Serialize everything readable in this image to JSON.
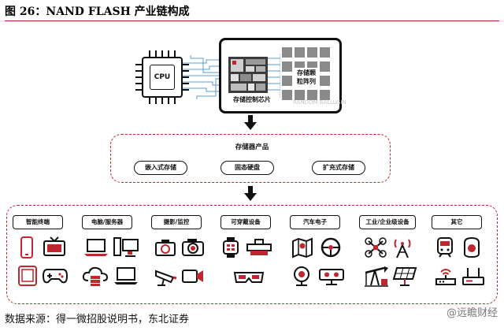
{
  "figure": {
    "title": "图 26：NAND FLASH 产业链构成",
    "source": "数据来源：得一微招股说明书，东北证券",
    "watermark": "@远瞻财经"
  },
  "diagram": {
    "cpu_label": "CPU",
    "controller_label": "存储控制芯片",
    "array_label_line1": "存储颗",
    "array_label_line2": "粒阵列",
    "faint_text": "RANDOM BALLUSIN",
    "products_title": "存储器产品",
    "products": [
      "嵌入式存储",
      "固态硬盘",
      "扩充式存储"
    ],
    "applications": [
      {
        "label": "智能终端",
        "icons": [
          "smartphone-icon",
          "tv-icon",
          "tablet-icon",
          "gamepad-icon"
        ]
      },
      {
        "label": "电脑/服务器",
        "icons": [
          "laptop-icon",
          "desktop-icon",
          "cloud-server-icon",
          "notebook-icon"
        ]
      },
      {
        "label": "摄影/监控",
        "icons": [
          "camera-icon",
          "camera-icon",
          "cctv-icon",
          "video-camera-icon"
        ]
      },
      {
        "label": "可穿戴设备",
        "icons": [
          "smartwatch-icon",
          "wearable-device-icon",
          "vr-glasses-icon"
        ]
      },
      {
        "label": "汽车电子",
        "icons": [
          "car-map-icon",
          "steering-wheel-icon",
          "dashcam-icon",
          "car-camera-icon"
        ]
      },
      {
        "label": "工业/企业级设备",
        "icons": [
          "drone-icon",
          "signal-tower-icon",
          "oil-pump-icon",
          "solar-panel-icon"
        ]
      },
      {
        "label": "其它",
        "icons": [
          "train-icon",
          "speaker-icon",
          "router-icon",
          "settop-box-icon"
        ]
      }
    ]
  },
  "colors": {
    "accent": "#c0262d",
    "dark": "#111111"
  }
}
